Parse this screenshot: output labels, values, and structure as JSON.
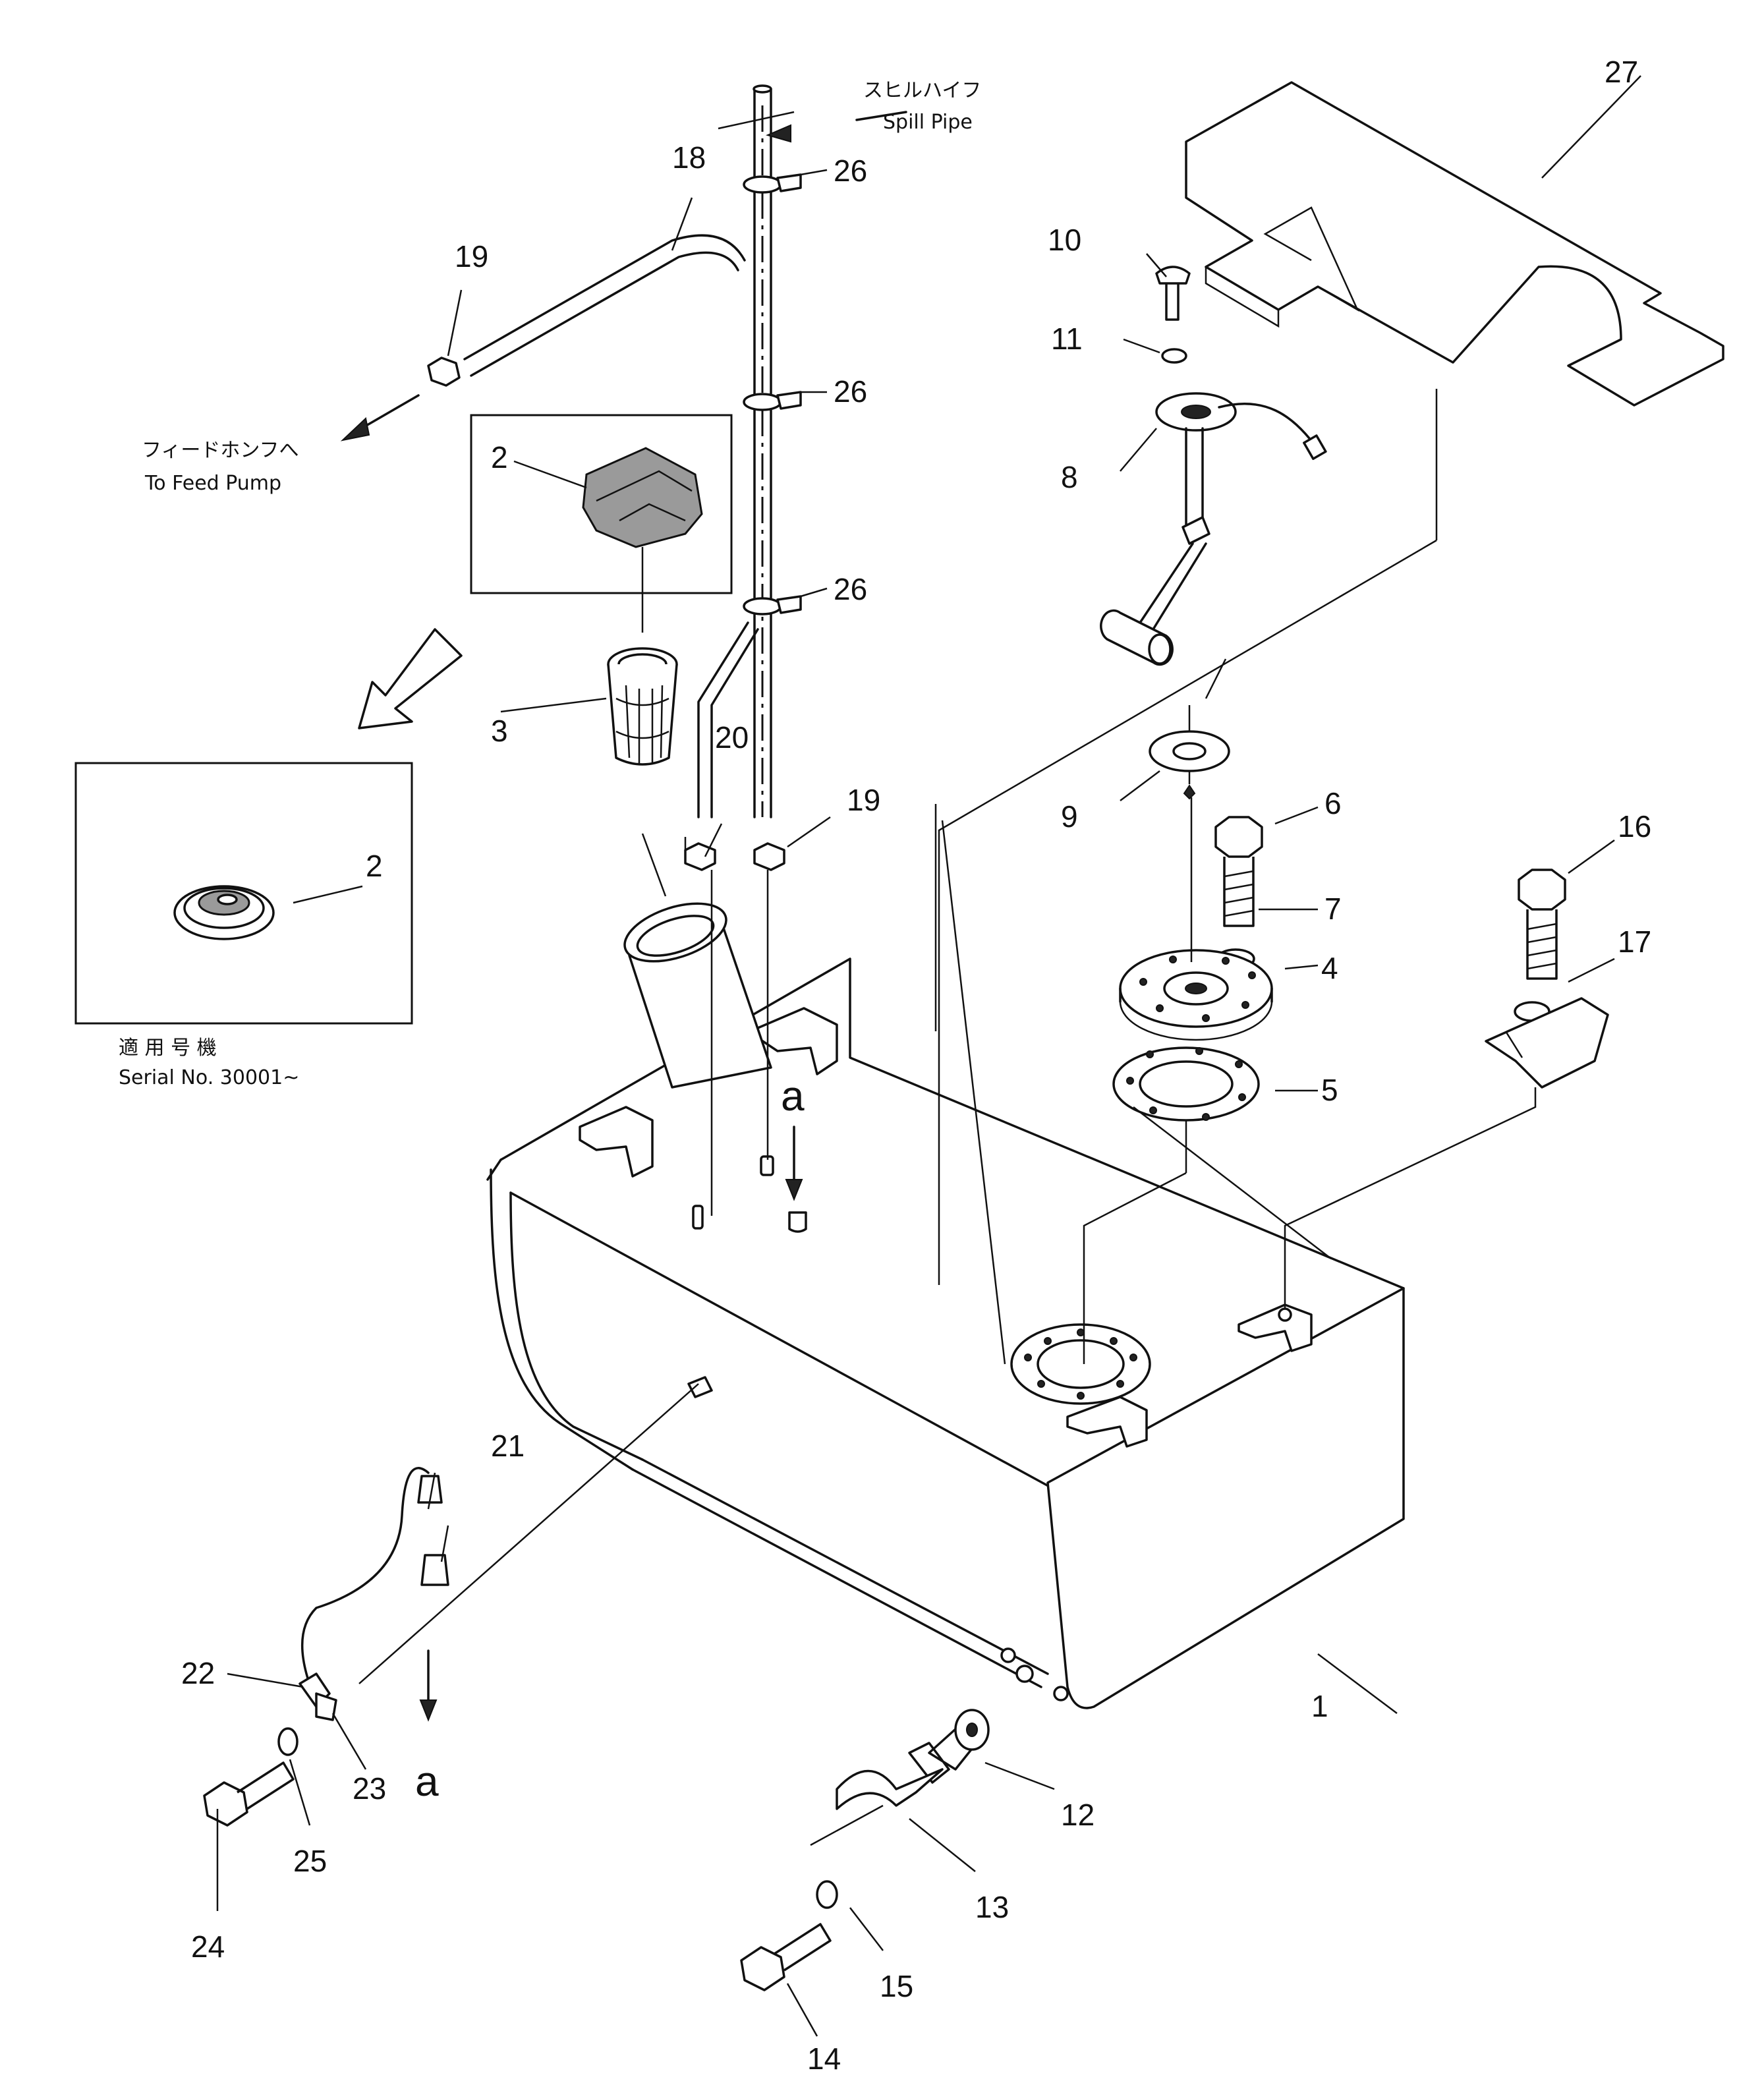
{
  "labels": {
    "spill_pipe_jp": "スヒルハイフ",
    "spill_pipe_en": "Spill Pipe",
    "feed_pump_jp": "フィードホンフへ",
    "feed_pump_en": "To Feed Pump",
    "serial_jp": "適 用 号 機",
    "serial_en": "Serial No. 30001~",
    "view_mark_a": "a"
  },
  "part_numbers": {
    "p1": "1",
    "p2": "2",
    "p3": "3",
    "p4": "4",
    "p5": "5",
    "p6": "6",
    "p7": "7",
    "p8": "8",
    "p9": "9",
    "p10": "10",
    "p11": "11",
    "p12": "12",
    "p13": "13",
    "p14": "14",
    "p15": "15",
    "p16": "16",
    "p17": "17",
    "p18": "18",
    "p19": "19",
    "p20": "20",
    "p21": "21",
    "p22": "22",
    "p23": "23",
    "p24": "24",
    "p25": "25",
    "p26": "26",
    "p27": "27"
  }
}
